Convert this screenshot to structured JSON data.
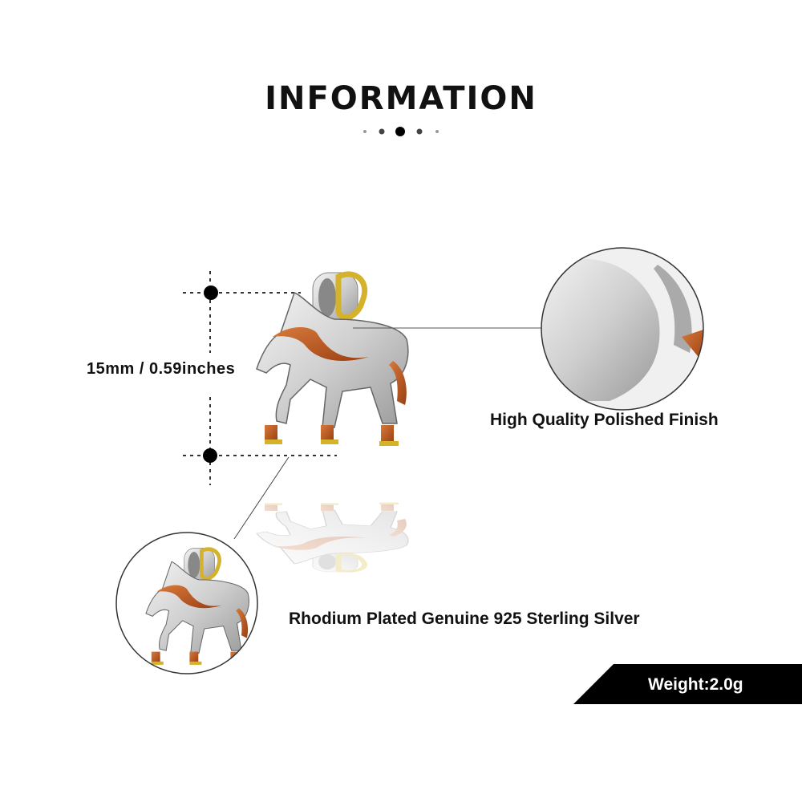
{
  "title": "INFORMATION",
  "dimension_label": "15mm / 0.59inches",
  "features": {
    "finish": "High Quality Polished Finish",
    "material": "Rhodium Plated Genuine 925 Sterling Silver"
  },
  "weight": "Weight:2.0g",
  "colors": {
    "silver": "#c9c9c9",
    "copper": "#b8561e",
    "gold": "#d4b22a",
    "text": "#111111"
  }
}
